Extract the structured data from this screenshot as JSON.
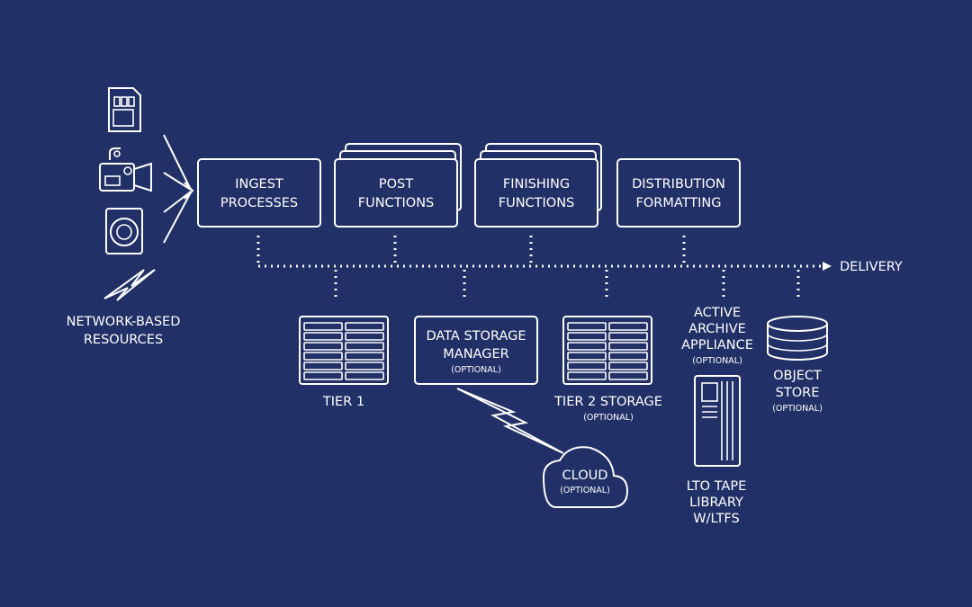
{
  "sources": {
    "network_label_1": "NETWORK-BASED",
    "network_label_2": "RESOURCES"
  },
  "stages": {
    "ingest": [
      "INGEST",
      "PROCESSES"
    ],
    "post": [
      "POST",
      "FUNCTIONS"
    ],
    "finishing": [
      "FINISHING",
      "FUNCTIONS"
    ],
    "distribution": [
      "DISTRIBUTION",
      "FORMATTING"
    ]
  },
  "delivery_label": "DELIVERY",
  "storage": {
    "tier1": "TIER 1",
    "dsm": [
      "DATA STORAGE",
      "MANAGER"
    ],
    "dsm_note": "(OPTIONAL)",
    "tier2": "TIER 2 STORAGE",
    "tier2_note": "(OPTIONAL)",
    "archive": [
      "ACTIVE",
      "ARCHIVE",
      "APPLIANCE"
    ],
    "archive_note": "(OPTIONAL)",
    "object": [
      "OBJECT",
      "STORE"
    ],
    "object_note": "(OPTIONAL)",
    "cloud": "CLOUD",
    "cloud_note": "(OPTIONAL)",
    "lto": [
      "LTO TAPE",
      "LIBRARY",
      "W/LTFS"
    ]
  },
  "colors": {
    "background": "#213066",
    "foreground": "#ffffff"
  }
}
